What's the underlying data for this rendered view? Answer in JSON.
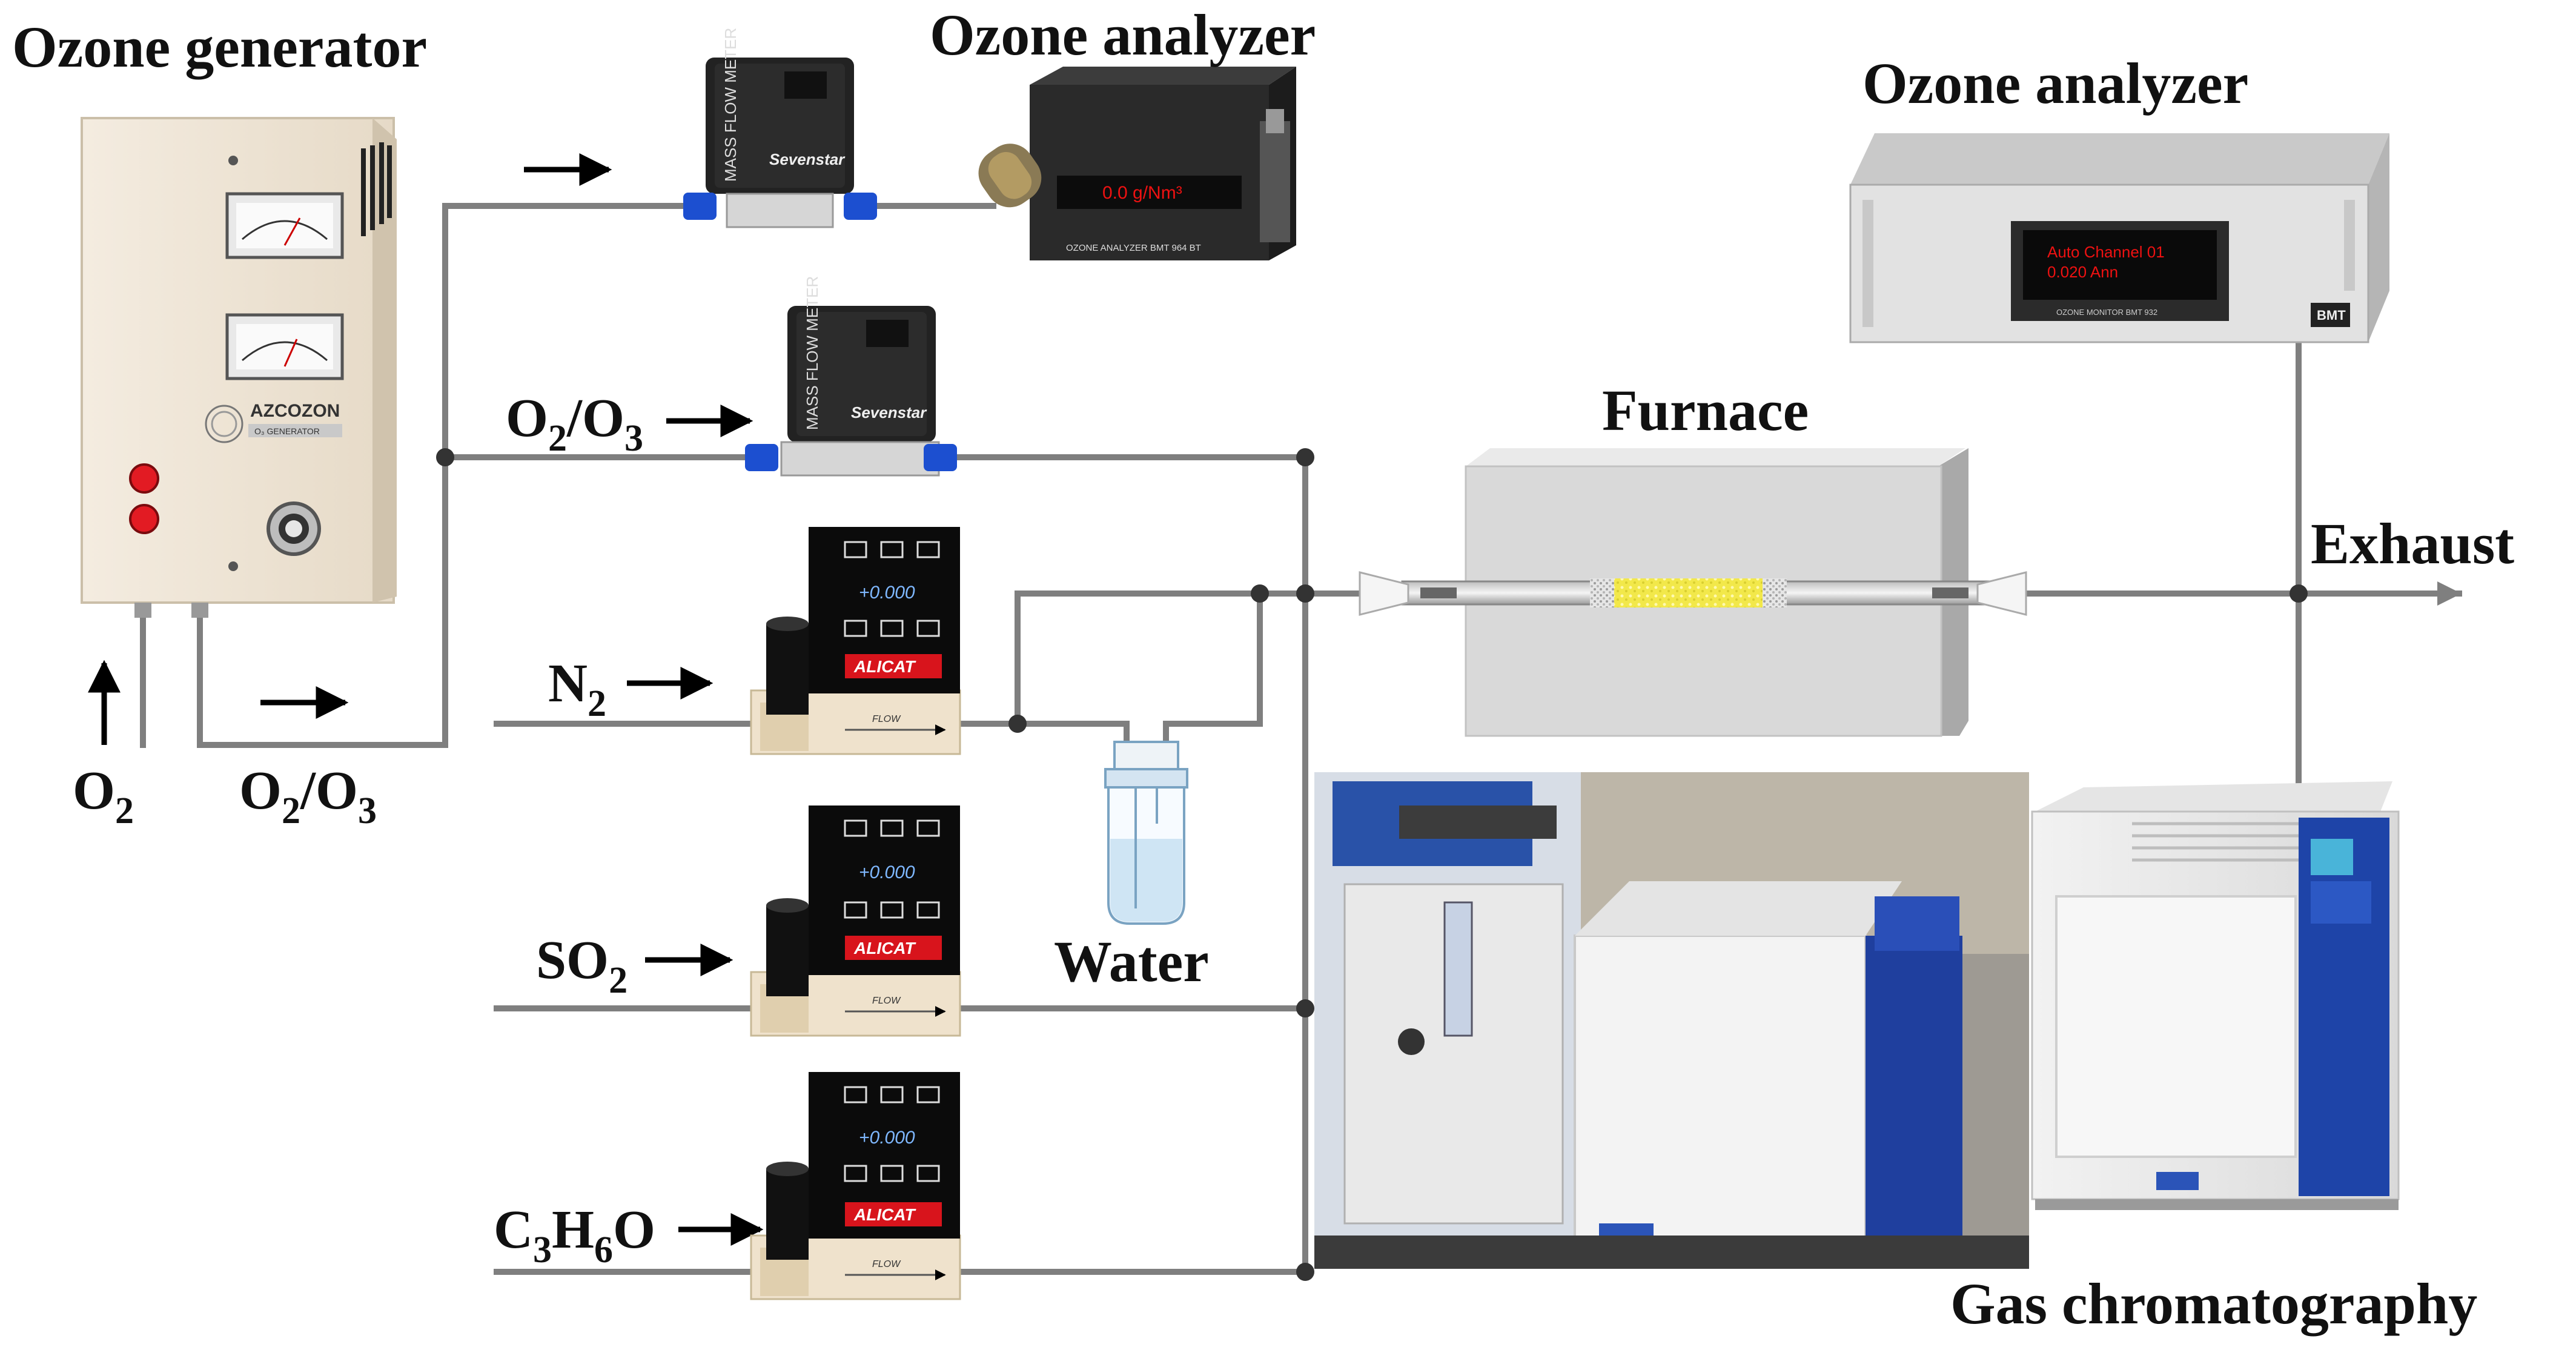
{
  "labels": {
    "ozone_generator": "Ozone generator",
    "ozone_analyzer_1": "Ozone analyzer",
    "ozone_analyzer_2": "Ozone analyzer",
    "furnace": "Furnace",
    "exhaust": "Exhaust",
    "water": "Water",
    "gas_chromatography": "Gas chromatography",
    "o2_inlet": {
      "base": "O",
      "sub": "2"
    },
    "o2o3_outlet": {
      "a": "O",
      "a_sub": "2",
      "mid": "/O",
      "b_sub": "3"
    },
    "o2o3_line": {
      "a": "O",
      "a_sub": "2",
      "mid": "/O",
      "b_sub": "3"
    },
    "n2": {
      "base": "N",
      "sub": "2"
    },
    "so2": {
      "base": "SO",
      "sub": "2"
    },
    "c3h6o": {
      "p1": "C",
      "s1": "3",
      "p2": "H",
      "s2": "6",
      "p3": "O"
    }
  },
  "generator": {
    "brand": "AZCOZON",
    "sub": "O₃ GENERATOR"
  },
  "flow_meter": {
    "face_text": "MASS FLOW METER",
    "brand": "Sevenstar"
  },
  "analyzer_small": {
    "display": "0.0 g/Nm³",
    "caption": "OZONE ANALYZER BMT 964 BT"
  },
  "analyzer_rack": {
    "display_line1": "Auto Channel 01",
    "display_line2": "0.020 Ann",
    "caption": "OZONE MONITOR BMT 932",
    "badge": "BMT"
  },
  "alicat": {
    "brand": "ALICAT",
    "readout": "+0.000",
    "flow": "FLOW"
  },
  "colors": {
    "pipe": "#7f7f7f",
    "alicat_red": "#d8141c",
    "generator_body": "#efe5d5",
    "furnace_body": "#dcdcdc",
    "catalyst": "#f2e84a",
    "gc_blue": "#1f3f9e"
  }
}
